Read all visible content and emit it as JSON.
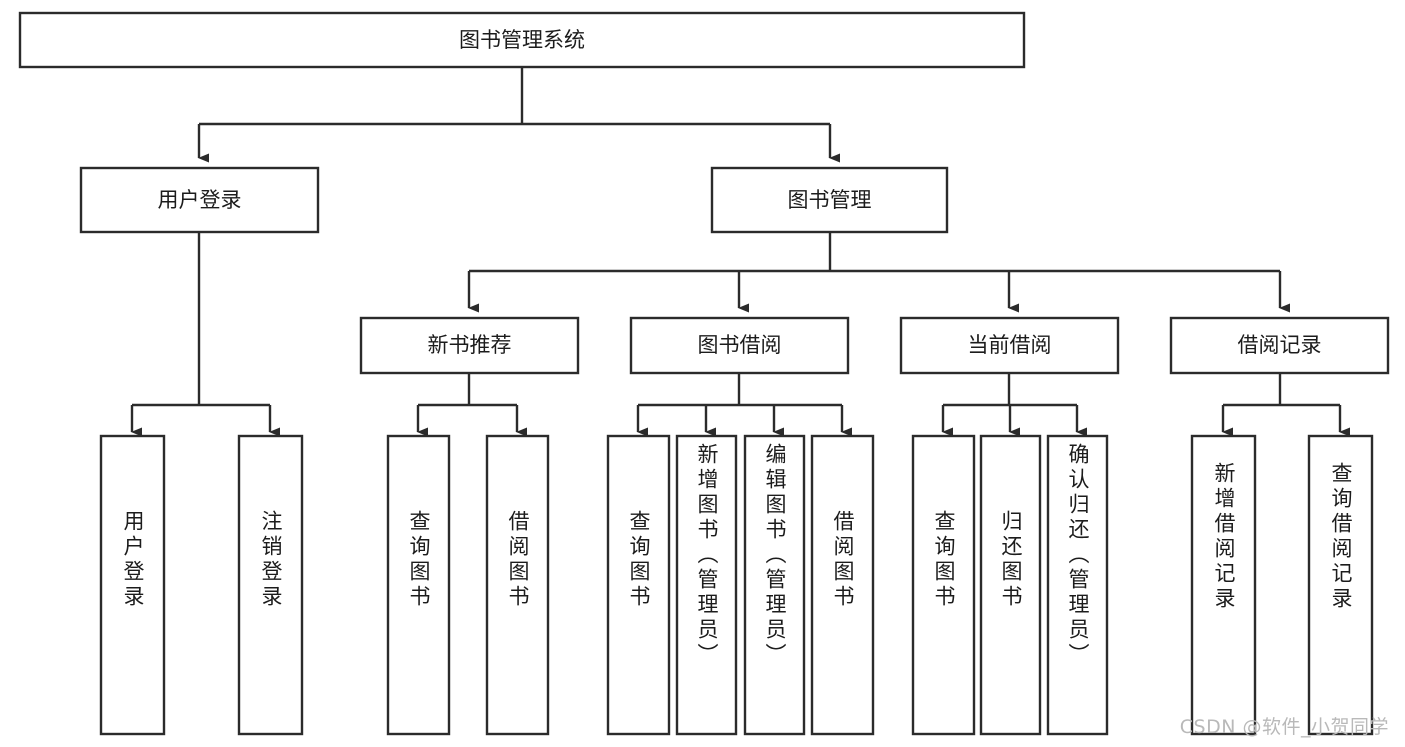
{
  "diagram": {
    "type": "tree",
    "title": "图书管理系统",
    "watermark": "CSDN @软件_小贺同学",
    "style": {
      "background": "#ffffff",
      "box_fill": "#ffffff",
      "box_stroke": "#2b2b2b",
      "text_color": "#1c1c1c",
      "watermark_color": "#b9b9b9"
    },
    "levels": {
      "root": {
        "label": "图书管理系统",
        "orientation": "horizontal"
      },
      "level2": [
        {
          "label": "用户登录",
          "orientation": "horizontal"
        },
        {
          "label": "图书管理",
          "orientation": "horizontal"
        }
      ],
      "level3": [
        {
          "label": "新书推荐",
          "orientation": "horizontal"
        },
        {
          "label": "图书借阅",
          "orientation": "horizontal"
        },
        {
          "label": "当前借阅",
          "orientation": "horizontal"
        },
        {
          "label": "借阅记录",
          "orientation": "horizontal"
        }
      ],
      "leaves": [
        {
          "label": "用户登录",
          "orientation": "vertical",
          "parent": "用户登录"
        },
        {
          "label": "注销登录",
          "orientation": "vertical",
          "parent": "用户登录"
        },
        {
          "label": "查询图书",
          "orientation": "vertical",
          "parent": "新书推荐"
        },
        {
          "label": "借阅图书",
          "orientation": "vertical",
          "parent": "新书推荐"
        },
        {
          "label": "查询图书",
          "orientation": "vertical",
          "parent": "图书借阅"
        },
        {
          "label": "新增图书（管理员）",
          "orientation": "vertical",
          "parent": "图书借阅"
        },
        {
          "label": "编辑图书（管理员）",
          "orientation": "vertical",
          "parent": "图书借阅"
        },
        {
          "label": "借阅图书",
          "orientation": "vertical",
          "parent": "图书借阅"
        },
        {
          "label": "查询图书",
          "orientation": "vertical",
          "parent": "当前借阅"
        },
        {
          "label": "归还图书",
          "orientation": "vertical",
          "parent": "当前借阅"
        },
        {
          "label": "确认归还（管理员）",
          "orientation": "vertical",
          "parent": "当前借阅"
        },
        {
          "label": "新增借阅记录",
          "orientation": "vertical",
          "parent": "借阅记录"
        },
        {
          "label": "查询借阅记录",
          "orientation": "vertical",
          "parent": "借阅记录"
        }
      ]
    }
  }
}
